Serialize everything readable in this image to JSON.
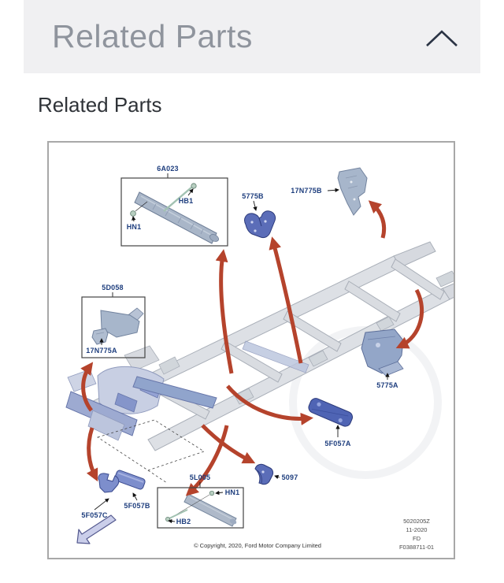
{
  "header": {
    "title": "Related Parts",
    "collapse_icon": "chevron-up"
  },
  "section_title": "Related Parts",
  "diagram": {
    "labels": [
      "6A023",
      "HB1",
      "HN1",
      "5775B",
      "17N775B",
      "5D058",
      "17N775A",
      "5775A",
      "5F057A",
      "5097",
      "5L005",
      "HN1",
      "HB2",
      "5F057B",
      "5F057C"
    ],
    "doc_codes": [
      "5020205Z",
      "11-2020",
      "FD",
      "F0388711-01"
    ],
    "copyright": "© Copyright, 2020, Ford Motor Company Limited",
    "colors": {
      "arrow_red": "#b5432c",
      "part_blue": "#5b6db8",
      "part_steel": "#a7b6cb",
      "label_navy": "#1e3e7e",
      "header_bg": "#f0f0f2"
    }
  }
}
